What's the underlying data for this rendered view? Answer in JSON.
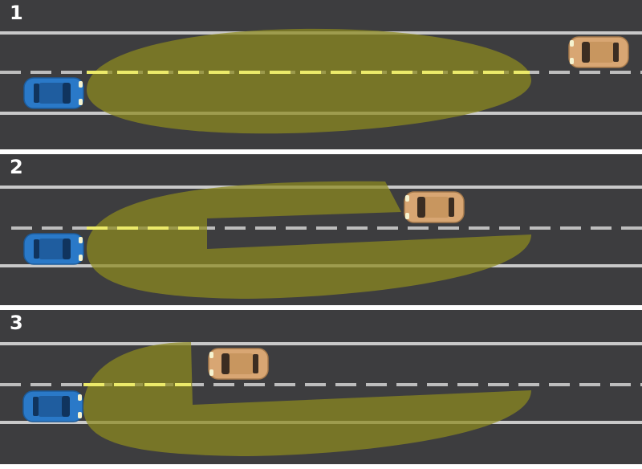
{
  "colors": {
    "asphalt": "#3d3d3f",
    "lane_line": "#bdbdbd",
    "highlight_zone": "#6e6a17",
    "highlighted_dash": "#e6e15c",
    "ego_car": "#2a79c8",
    "other_car": "#d8a673"
  },
  "panels": [
    {
      "label": "1",
      "beam": "full-high-beam",
      "other_vehicle": "oncoming-car-far"
    },
    {
      "label": "2",
      "beam": "notched-high-beam",
      "other_vehicle": "oncoming-car-mid"
    },
    {
      "label": "3",
      "beam": "notched-high-beam",
      "other_vehicle": "oncoming-car-near"
    }
  ]
}
